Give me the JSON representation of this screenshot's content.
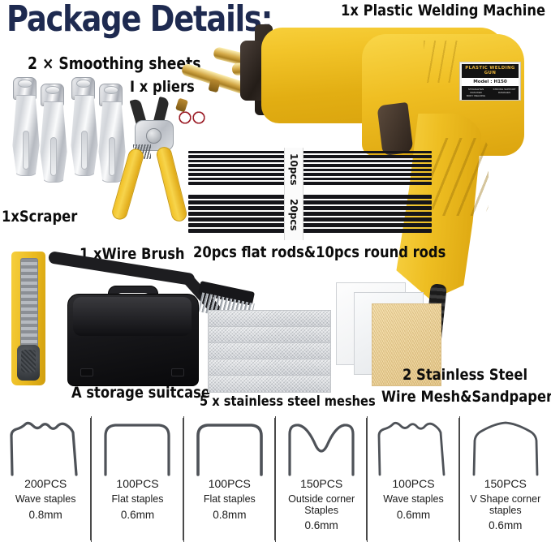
{
  "heading": "Package Details:",
  "labels": {
    "welding_machine": "1x Plastic Welding Machine",
    "smoothing_sheets": "2 × Smoothing sheets",
    "pliers": "I x pliers",
    "scraper": "1xScraper",
    "wire_brush": "1 xWire Brush",
    "rods": "20pcs flat rods&10pcs round rods",
    "suitcase": "A storage suitcase",
    "meshes": "5 x stainless steel meshes",
    "sandpaper_line1": "2 Stainless Steel",
    "sandpaper_line2": "Wire Mesh&Sandpaper"
  },
  "rod_bands": {
    "round": "10pcs",
    "flat": "20pcs"
  },
  "gun_sticker": {
    "title": "PLASTIC WELDING GUN",
    "model": "Model : H150",
    "note_left_1": "STRAIGHTEN CRACKED",
    "note_left_2": "BODY WELDING",
    "note_right_1": "STRONG SUPPORT",
    "note_right_2": "DAMAGES"
  },
  "staples": [
    {
      "count": "200PCS",
      "type": "Wave staples",
      "size": "0.8mm",
      "shape": "wave"
    },
    {
      "count": "100PCS",
      "type": "Flat staples",
      "size": "0.6mm",
      "shape": "flat"
    },
    {
      "count": "100PCS",
      "type": "Flat staples",
      "size": "0.8mm",
      "shape": "flat"
    },
    {
      "count": "150PCS",
      "type": "Outside corner Staples",
      "size": "0.6mm",
      "shape": "outside-corner"
    },
    {
      "count": "100PCS",
      "type": "Wave staples",
      "size": "0.6mm",
      "shape": "wave"
    },
    {
      "count": "150PCS",
      "type": "V Shape corner staples",
      "size": "0.6mm",
      "shape": "v-corner"
    }
  ],
  "colors": {
    "heading": "#1e2a50",
    "label": "#0c0c0c",
    "gun_yellow": "#efbe22",
    "nozzle_brass": "#d5ab4a",
    "sandpaper": "#e2c384",
    "case_black": "#17171a"
  }
}
